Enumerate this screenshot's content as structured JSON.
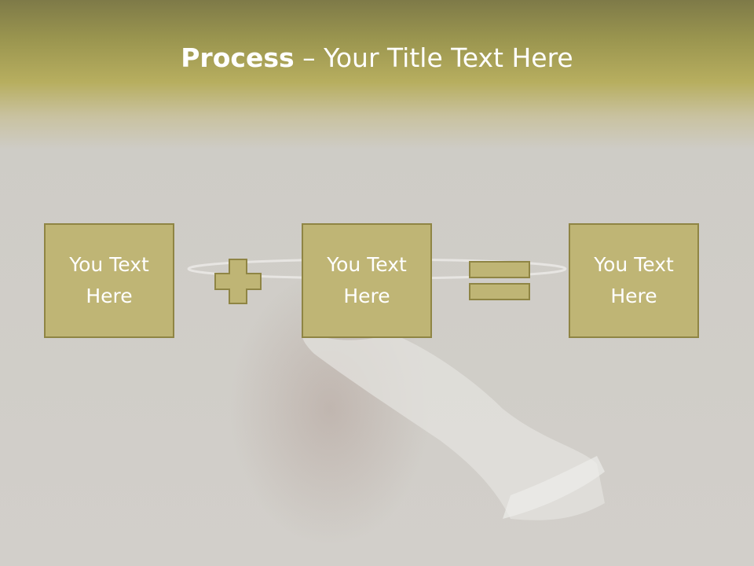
{
  "title": {
    "bold": "Process",
    "rest": " – Your Title Text Here"
  },
  "boxes": [
    {
      "text": "You Text Here"
    },
    {
      "text": "You Text Here"
    },
    {
      "text": "You Text Here"
    }
  ],
  "operators": [
    "plus",
    "equals"
  ],
  "colors": {
    "header_dark": "#7e7a48",
    "header_gold": "#b7ae5f",
    "box_fill": "#bfb575",
    "box_border": "#8f8544",
    "text": "#ffffff",
    "background": "#cfccc6"
  }
}
